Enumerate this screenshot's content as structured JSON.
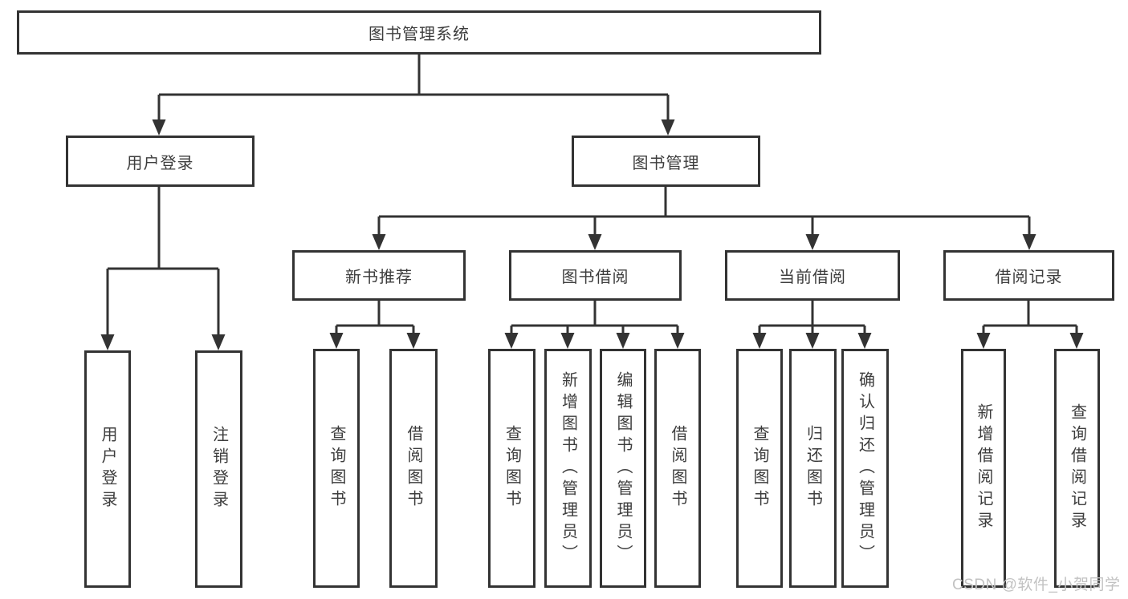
{
  "diagram": {
    "root_label": "图书管理系统",
    "user_login": {
      "label": "用户登录",
      "children": [
        "用户登录",
        "注销登录"
      ]
    },
    "book_mgmt": {
      "label": "图书管理",
      "groups": [
        {
          "label": "新书推荐",
          "children": [
            "查询图书",
            "借阅图书"
          ]
        },
        {
          "label": "图书借阅",
          "children": [
            "查询图书",
            "新增图书（管理员）",
            "编辑图书（管理员）",
            "借阅图书"
          ]
        },
        {
          "label": "当前借阅",
          "children": [
            "查询图书",
            "归还图书",
            "确认归还（管理员）"
          ]
        },
        {
          "label": "借阅记录",
          "children": [
            "新增借阅记录",
            "查询借阅记录"
          ]
        }
      ]
    }
  },
  "watermark": "CSDN @软件_小贺同学",
  "colors": {
    "line": "#333333",
    "box_border": "#333333",
    "text": "#3d3d3d",
    "watermark_text": "#c2c2c2",
    "background": "#ffffff"
  }
}
